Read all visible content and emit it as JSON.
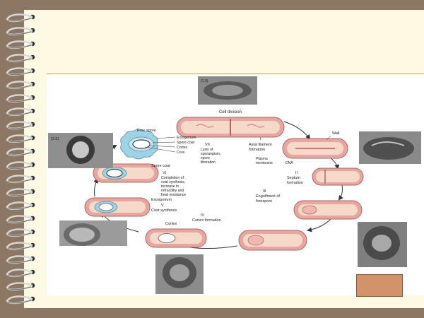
{
  "slide": {
    "colors": {
      "frame": "#8b7764",
      "paper": "#fdf9e3",
      "rule": "#c9a36b",
      "cell_pink": "#e9a6a0",
      "cell_inner": "#f7d9c8",
      "spore_blue": "#9ed3e6",
      "corner_box": "#d2936a"
    },
    "icons": [
      "spiral-binding-icon"
    ]
  },
  "diagram": {
    "stage_cell_division": "Cell division",
    "stage_1_num": "I",
    "stage_1_line1": "Axial filament",
    "stage_1_line2": "formation",
    "label_wall": "Wall",
    "label_plasma_1": "Plasma",
    "label_plasma_2": "membrane",
    "label_dna": "DNA",
    "stage_2_num": "II",
    "stage_2_line1": "Septum",
    "stage_2_line2": "formation",
    "stage_3_num": "III",
    "stage_3_line1": "Engulfment of",
    "stage_3_line2": "forespore",
    "stage_4_num": "IV",
    "stage_4_line1": "Cortex formation",
    "label_cortex_iv": "Cortex",
    "label_exosporium_v": "Exosporium",
    "stage_5_num": "V",
    "stage_5_line1": "Coat synthesis",
    "label_spore_coat_vi": "Spore coat",
    "stage_6_num": "VI",
    "stage_6_line1": "Completion of",
    "stage_6_line2": "coat synthesis,",
    "stage_6_line3": "increase in",
    "stage_6_line4": "refractility and",
    "stage_6_line5": "heat resistance",
    "free_spore": "Free spore",
    "label_exosporium": "Exosporium",
    "label_spore_coat": "Spore coat",
    "label_cortex": "Cortex",
    "label_core": "Core",
    "stage_7_num": "VII",
    "stage_7_line1": "Lysis of",
    "stage_7_line2": "sporangium,",
    "stage_7_line3": "spore",
    "stage_7_line4": "liberation",
    "micro_top_tag": "(1.0)",
    "micro_left_tag": "(2.5)"
  }
}
